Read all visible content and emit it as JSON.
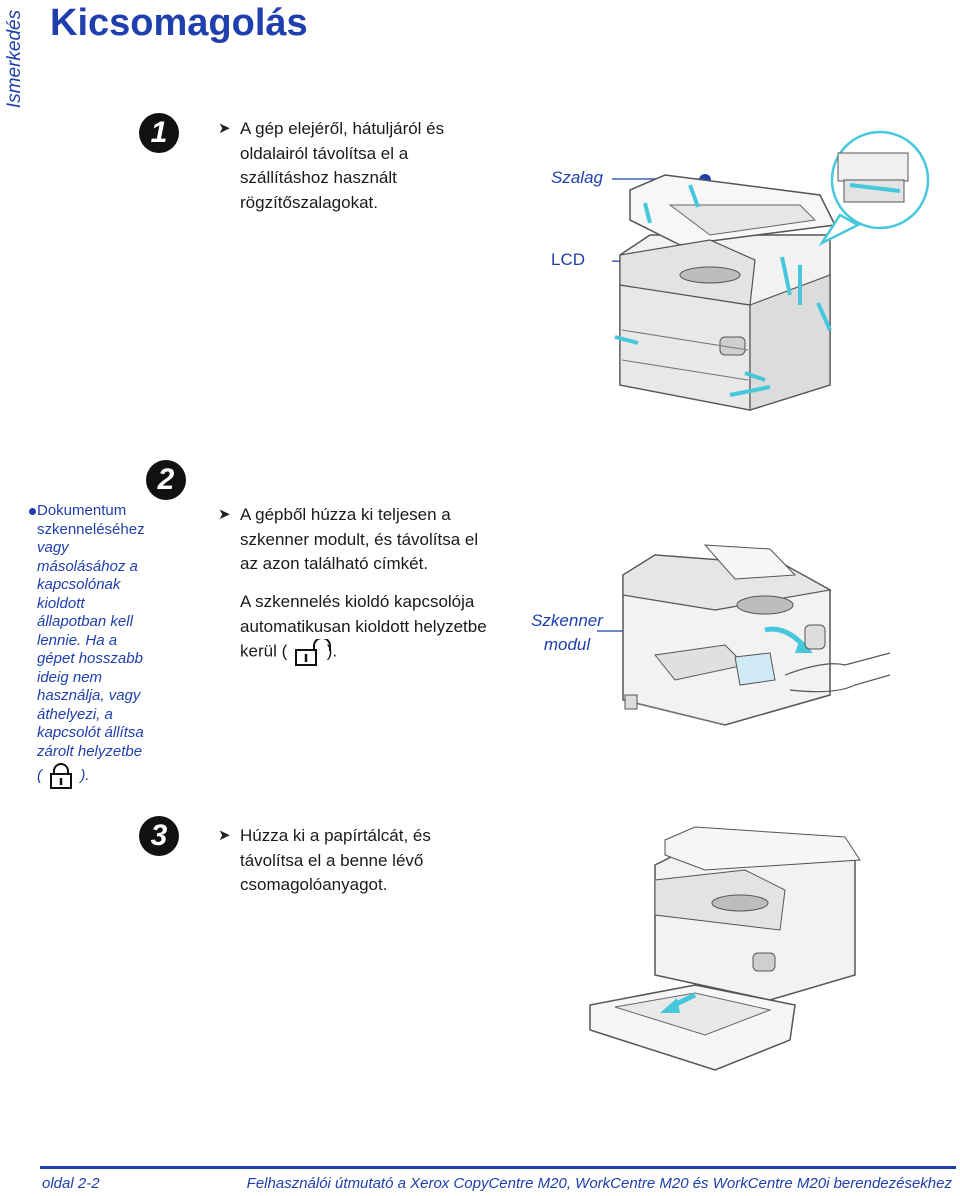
{
  "side_tab": "Ismerkedés",
  "title": "Kicsomagolás",
  "step1": {
    "number": "1",
    "text_lines": [
      "A gép elejéről, hátuljáról és",
      "oldalairól távolítsa el a",
      "szállításhoz használt",
      "rögzítőszalagokat."
    ],
    "callout_tape": "Szalag",
    "callout_lcd": "LCD"
  },
  "step2": {
    "number": "2",
    "note_lines": [
      "Dokumentum",
      "szkenneléséhez",
      "vagy",
      "másolásához a",
      "kapcsolónak",
      "kioldott",
      "állapotban kell",
      "lennie. Ha a",
      "gépet hosszabb",
      "ideig nem",
      "használja, vagy",
      "áthelyezi, a",
      "kapcsolót állítsa",
      "zárolt helyzetbe"
    ],
    "note_paren_open": "(",
    "note_paren_close": ").",
    "text_lines": [
      "A gépből húzza ki teljesen a",
      "szkenner modult, és távolítsa el",
      "az azon található címkét."
    ],
    "text2_lines": [
      "A szkennelés kioldó kapcsolója",
      "automatikusan kioldott helyzetbe"
    ],
    "text2_last_prefix": "kerül (",
    "text2_last_suffix": ").",
    "callout_scanner_1": "Szkenner",
    "callout_scanner_2": "modul"
  },
  "step3": {
    "number": "3",
    "text_lines": [
      "Húzza ki a papírtálcát, és",
      "távolítsa el a benne lévő",
      "csomagolóanyagot."
    ]
  },
  "footer": {
    "page": "oldal 2-2",
    "guide": "Felhasználói útmutató a Xerox CopyCentre M20, WorkCentre M20 és WorkCentre M20i berendezésekhez"
  },
  "icons": {
    "arrow_bullet": "arrow-bullet-icon",
    "locked": "padlock-closed-icon",
    "unlocked": "padlock-open-icon"
  },
  "colors": {
    "accent_blue": "#1f3fae",
    "cyan_callout": "#46c8dc"
  }
}
